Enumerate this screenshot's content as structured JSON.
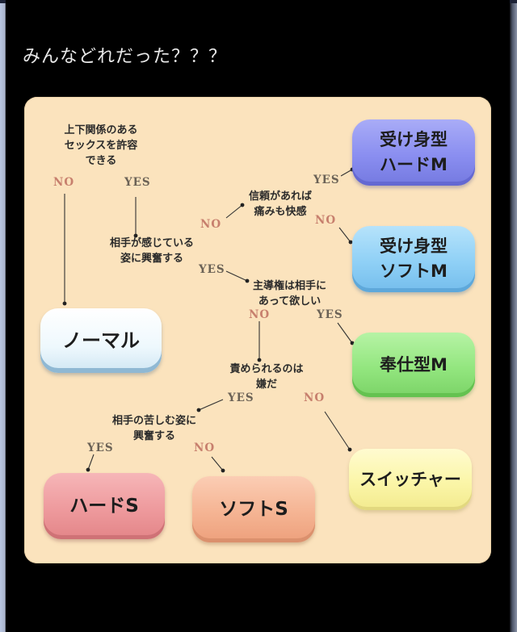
{
  "post": {
    "caption": "みんなどれだった？？？"
  },
  "flowchart": {
    "questions": {
      "q1": "上下関係のある\nセックスを許容\nできる",
      "q2": "相手が感じている\n姿に興奮する",
      "q3": "信頼があれば\n痛みも快感",
      "q4": "主導権は相手に\nあって欲しい",
      "q5": "責められるのは\n嫌だ",
      "q6": "相手の苦しむ姿に\n興奮する"
    },
    "answers": {
      "yes": "YES",
      "no": "NO"
    },
    "results": {
      "normal": {
        "label": "ノーマル",
        "color": "#eaf6fc",
        "edge": "#6a9fc2"
      },
      "hard_m": {
        "label": "受け身型\nハードM",
        "color": "#8a8ef0",
        "edge": "#5d63c9"
      },
      "soft_m": {
        "label": "受け身型\nソフトM",
        "color": "#8fd0f6",
        "edge": "#5aa3d4"
      },
      "service_m": {
        "label": "奉仕型M",
        "color": "#93e67f",
        "edge": "#5fbd4c"
      },
      "switcher": {
        "label": "スイッチャー",
        "color": "#fbf6a8",
        "edge": "#ddd27a"
      },
      "hard_s": {
        "label": "ハードS",
        "color": "#ee9a9d",
        "edge": "#c86b70"
      },
      "soft_s": {
        "label": "ソフトS",
        "color": "#f5b493",
        "edge": "#d68d6c"
      }
    },
    "background_color": "#fbe3bd"
  }
}
